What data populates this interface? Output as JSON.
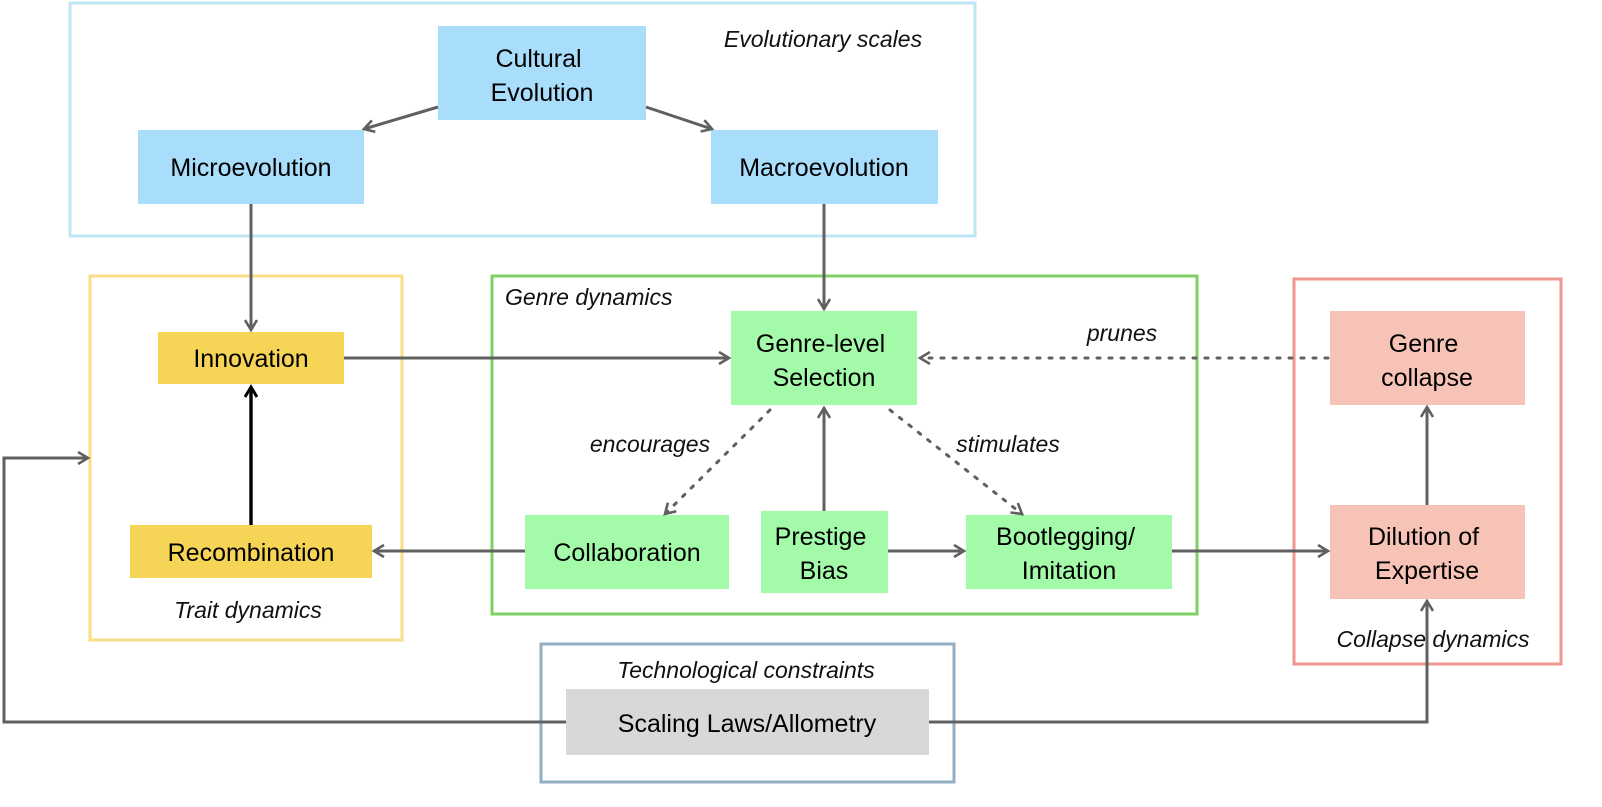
{
  "diagram": {
    "colors": {
      "scales_border": "#bfe6f4",
      "trait_border": "#f8de84",
      "genre_border": "#7fcf62",
      "collapse_border": "#ef968e",
      "tech_border": "#93afc4",
      "blue_node": "#a8defb",
      "yellow_node": "#f6d456",
      "green_node": "#a3fba9",
      "pink_node": "#f7c3b6",
      "gray_node": "#d8d8d8",
      "arrow": "#606060",
      "arrow_strong": "#000000"
    },
    "groups": {
      "scales": "Evolutionary scales",
      "trait": "Trait dynamics",
      "genre": "Genre dynamics",
      "collapse": "Collapse dynamics",
      "tech": "Technological constraints"
    },
    "nodes": {
      "cultural_evolution": [
        "Cultural",
        "Evolution"
      ],
      "microevolution": [
        "Microevolution"
      ],
      "macroevolution": [
        "Macroevolution"
      ],
      "innovation": [
        "Innovation"
      ],
      "recombination": [
        "Recombination"
      ],
      "genre_level_selection": [
        "Genre-level",
        "Selection"
      ],
      "collaboration": [
        "Collaboration"
      ],
      "prestige_bias": [
        "Prestige",
        "Bias"
      ],
      "bootlegging_imitation": [
        "Bootlegging/",
        "Imitation"
      ],
      "genre_collapse": [
        "Genre",
        "collapse"
      ],
      "dilution_of_expertise": [
        "Dilution of",
        "Expertise"
      ],
      "scaling_laws": [
        "Scaling Laws/Allometry"
      ]
    },
    "edge_labels": {
      "prunes": "prunes",
      "encourages": "encourages",
      "stimulates": "stimulates"
    }
  }
}
